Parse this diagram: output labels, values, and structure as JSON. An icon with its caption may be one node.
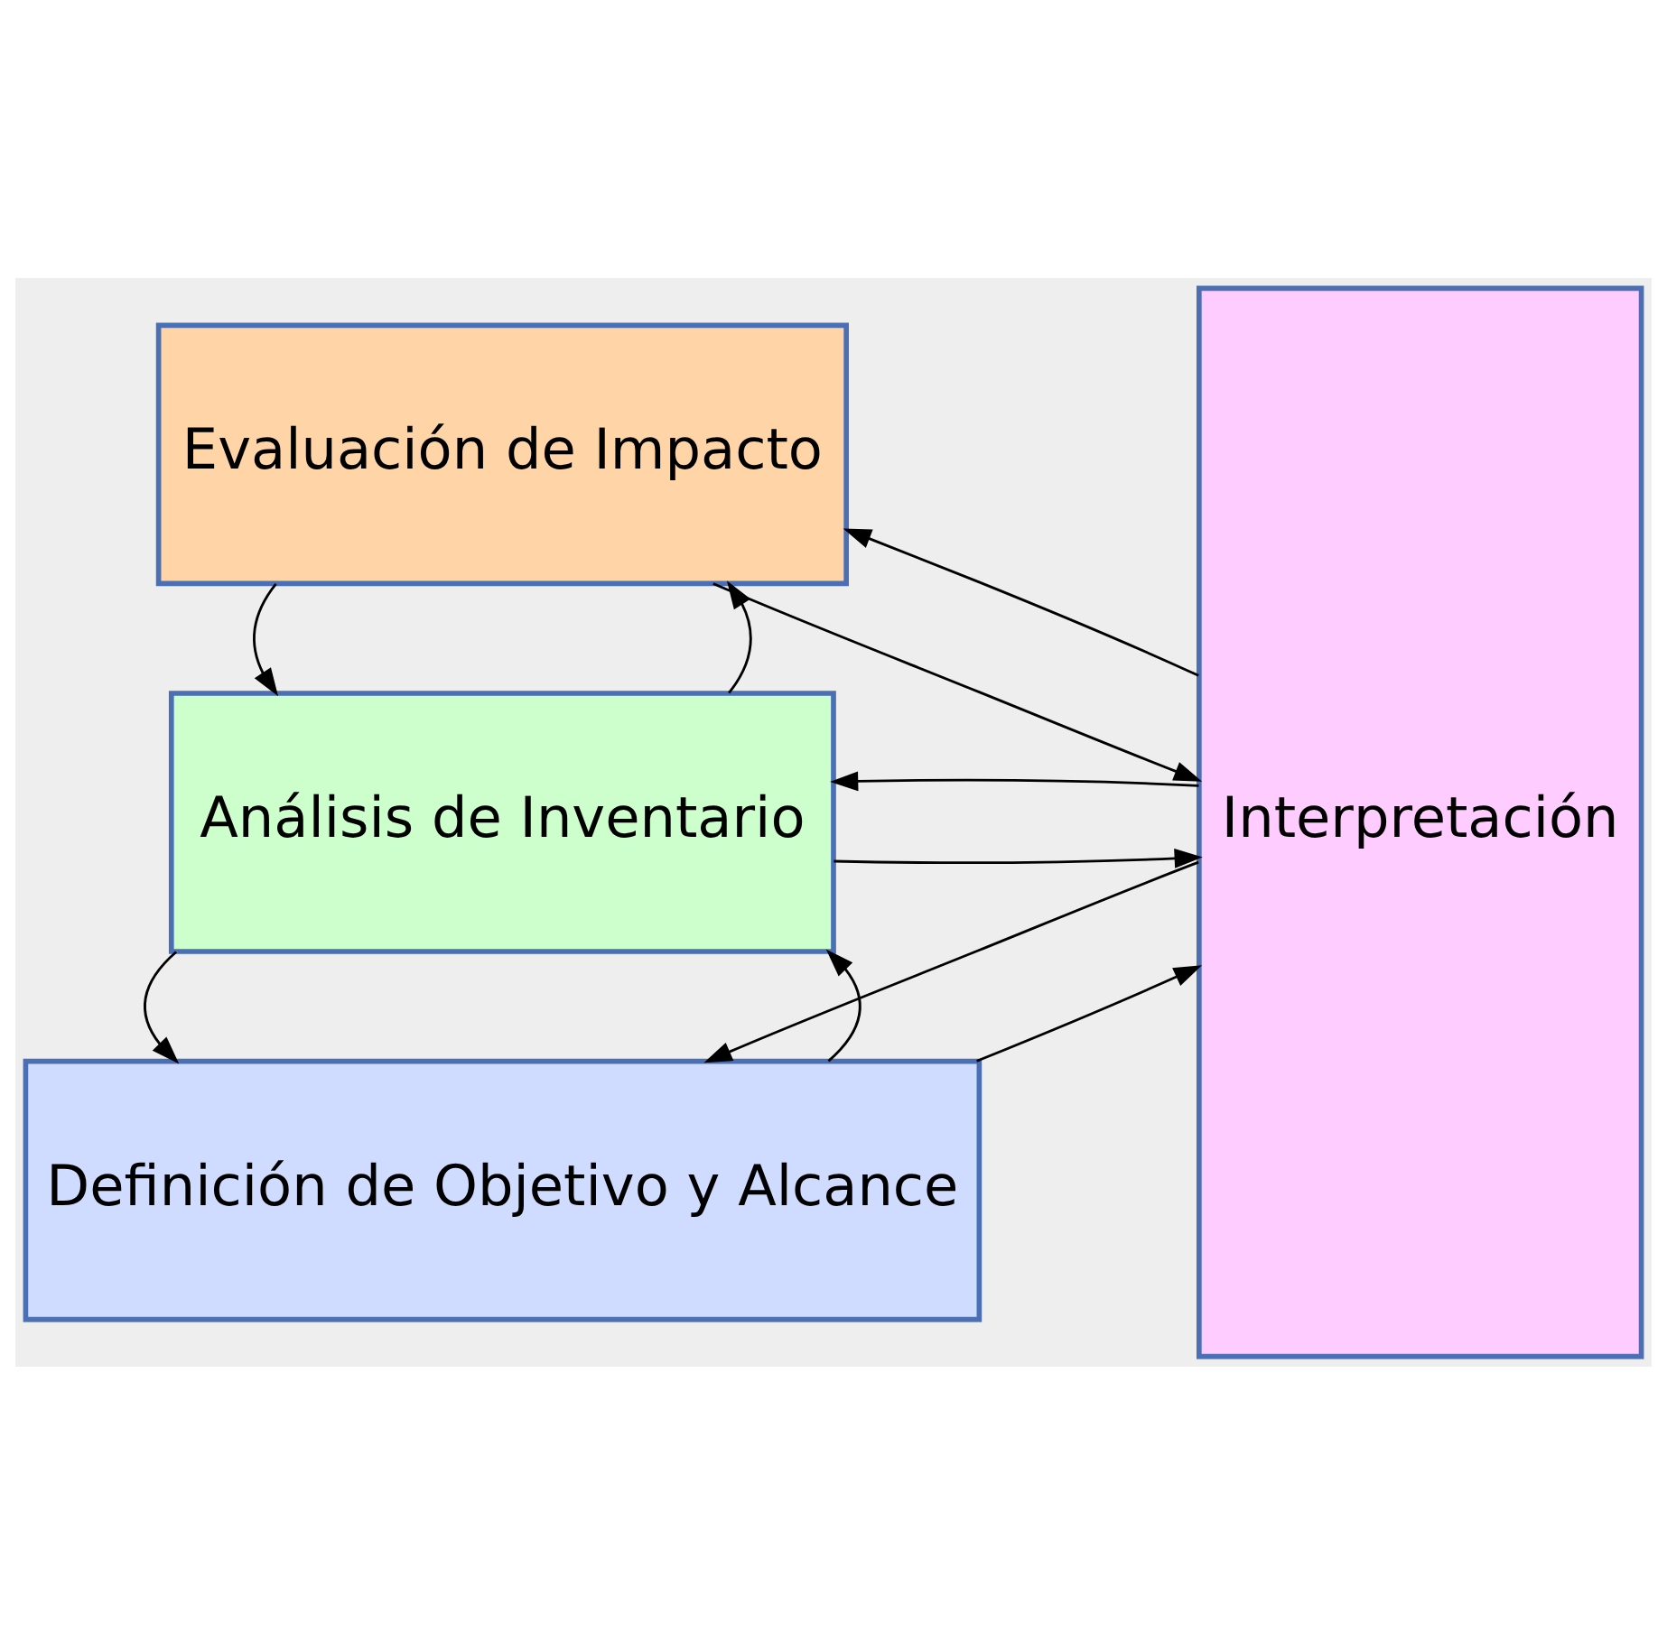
{
  "diagram": {
    "nodes": [
      {
        "text": [
          "Definición de Objetivo y Alcance"
        ]
      },
      {
        "text": [
          "Análisis de Inventario"
        ]
      },
      {
        "text": [
          "Evaluación de Impacto"
        ]
      },
      {
        "text": [
          "Interpretación"
        ]
      }
    ],
    "edges": [
      {
        "from": 0,
        "to": 3,
        "arrow": "to"
      },
      {
        "from": 3,
        "to": 0,
        "arrow": "to"
      },
      {
        "from": 0,
        "to": 1,
        "arrow": "to"
      },
      {
        "from": 1,
        "to": 0,
        "arrow": "to"
      },
      {
        "from": 1,
        "to": 3,
        "arrow": "to"
      },
      {
        "from": 3,
        "to": 1,
        "arrow": "to"
      },
      {
        "from": 1,
        "to": 2,
        "arrow": "to"
      },
      {
        "from": 2,
        "to": 1,
        "arrow": "to"
      },
      {
        "from": 2,
        "to": 3,
        "arrow": "to"
      },
      {
        "from": 3,
        "to": 2,
        "arrow": "to"
      }
    ]
  }
}
